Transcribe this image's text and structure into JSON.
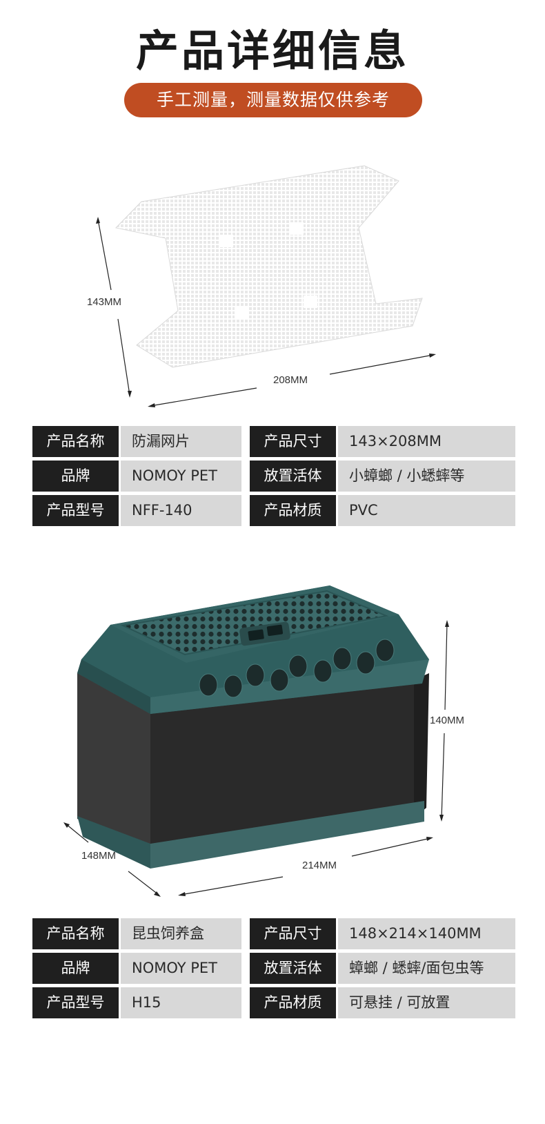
{
  "header": {
    "title": "产品详细信息",
    "subtitle": "手工测量，测量数据仅供参考"
  },
  "product1": {
    "dims": {
      "height": "143MM",
      "width": "208MM"
    },
    "specs": [
      {
        "k1": "产品名称",
        "v1": "防漏网片",
        "k2": "产品尺寸",
        "v2": "143×208MM"
      },
      {
        "k1": "品牌",
        "v1": "NOMOY PET",
        "k2": "放置活体",
        "v2": "小蟑螂 / 小蟋蟀等"
      },
      {
        "k1": "产品型号",
        "v1": "NFF-140",
        "k2": "产品材质",
        "v2": "PVC"
      }
    ]
  },
  "product2": {
    "dims": {
      "height": "140MM",
      "depth": "148MM",
      "width": "214MM"
    },
    "specs": [
      {
        "k1": "产品名称",
        "v1": "昆虫饲养盒",
        "k2": "产品尺寸",
        "v2": "148×214×140MM"
      },
      {
        "k1": "品牌",
        "v1": "NOMOY PET",
        "k2": "放置活体",
        "v2": "蟑螂 / 蟋蟀/面包虫等"
      },
      {
        "k1": "产品型号",
        "v1": "H15",
        "k2": "产品材质",
        "v2": "可悬挂 / 可放置"
      }
    ]
  },
  "colors": {
    "accent": "#c04d22",
    "box_teal": "#2f5f5f",
    "box_dark": "#2b2b2b"
  }
}
